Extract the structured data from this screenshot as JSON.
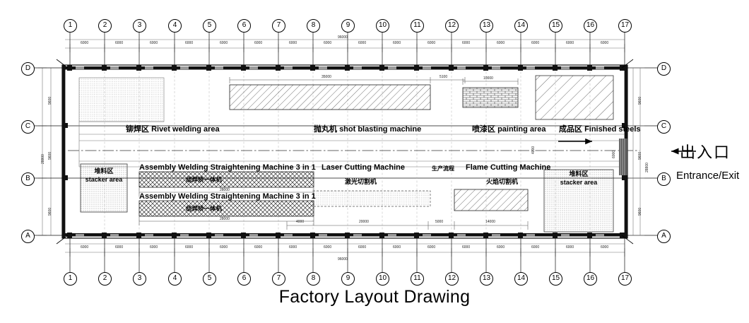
{
  "drawing": {
    "title": "Factory Layout Drawing",
    "overall_width_dim": "96000",
    "overall_height_dim": "28800"
  },
  "grid": {
    "columns": [
      "1",
      "2",
      "3",
      "4",
      "5",
      "6",
      "7",
      "8",
      "9",
      "10",
      "11",
      "12",
      "13",
      "14",
      "15",
      "16",
      "17"
    ],
    "rows": [
      "D",
      "C",
      "B",
      "A"
    ],
    "bay_dim": "6000",
    "row_dims": [
      "9600",
      "9600",
      "9600"
    ],
    "row_total_dim": "28800"
  },
  "areas": [
    {
      "cn": "铆焊区",
      "en": "Rivet welding area",
      "name": "rivet-welding-area"
    },
    {
      "cn": "抛丸机",
      "en": "shot blasting machine",
      "name": "shot-blasting-machine"
    },
    {
      "cn": "喷漆区",
      "en": "painting area",
      "name": "painting-area"
    },
    {
      "cn": "成品区",
      "en": "Finished steels",
      "name": "finished-steels-area"
    }
  ],
  "machines": [
    {
      "en": "Assembly Welding Straightening Machine 3 in 1",
      "cn": "组焊矫一体机",
      "dim": "28000",
      "name": "assembly-welding-machine-1"
    },
    {
      "en": "Assembly Welding Straightening Machine 3 in 1",
      "cn": "组焊矫一体机",
      "dim": "28000",
      "name": "assembly-welding-machine-2"
    },
    {
      "en": "Laser Cutting Machine",
      "cn": "激光切割机",
      "dim": "20000",
      "name": "laser-cutting-machine"
    },
    {
      "en": "Flame Cutting Machine",
      "cn": "火焰切割机",
      "dim": "14000",
      "name": "flame-cutting-machine"
    }
  ],
  "stacker_areas": [
    {
      "cn": "堆料区",
      "en": "stacker area",
      "name": "stacker-area-left"
    },
    {
      "cn": "堆料区",
      "en": "stacker area",
      "name": "stacker-area-right"
    }
  ],
  "flow_label": {
    "cn": "生产流程"
  },
  "entrance": {
    "cn": "出入口",
    "en": "Entrance/Exit"
  },
  "dims": {
    "shot_blast_len": "35000",
    "shot_blast_gap": "5100",
    "paint_block": "10000",
    "laser_left": "4000",
    "laser_len": "20000",
    "gap_mid": "5000",
    "flame_len": "14000",
    "aisle_w": "4000",
    "right_edge": "6000"
  },
  "colors": {
    "ink": "#000000",
    "thin": "#555555",
    "hatch": "#333333",
    "light": "#999999"
  }
}
